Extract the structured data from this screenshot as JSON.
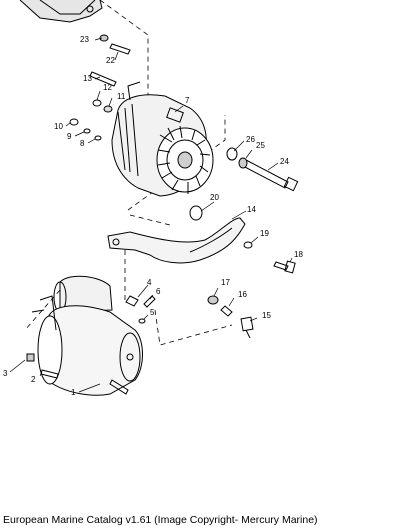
{
  "callouts": {
    "c1": "1",
    "c2": "2",
    "c3": "3",
    "c4": "4",
    "c5": "5",
    "c6": "6",
    "c7": "7",
    "c8": "8",
    "c9": "9",
    "c10": "10",
    "c11": "11",
    "c12": "12",
    "c13": "13",
    "c14": "14",
    "c15": "15",
    "c16": "16",
    "c17": "17",
    "c18": "18",
    "c19": "19",
    "c20": "20",
    "c22": "22",
    "c23": "23",
    "c24": "24",
    "c25": "25",
    "c26": "26"
  },
  "caption": "European Marine Catalog v1.61 (Image Copyright- Mercury Marine)"
}
